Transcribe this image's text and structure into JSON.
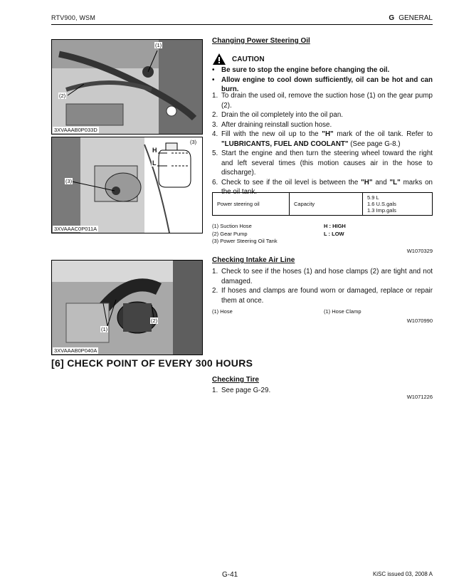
{
  "header": {
    "left": "RTV900, WSM",
    "section_letter": "G",
    "section_name": "GENERAL"
  },
  "figures": {
    "fig1": {
      "id": "3XVAAAB0P033D",
      "callout_1": "(1)",
      "callout_2": "(2)"
    },
    "fig2": {
      "id": "3XVAAAC0P011A",
      "callout_3a": "(3)",
      "callout_3b": "(3)",
      "label_h": "H",
      "label_l": "L"
    },
    "fig3": {
      "id": "3XVAAAB0P040A",
      "callout_1": "(1)",
      "callout_2": "(2)"
    }
  },
  "power_steering": {
    "title": "Changing Power Steering Oil",
    "caution_label": "CAUTION",
    "cautions": [
      "Be sure to stop the engine before changing the oil.",
      "Allow engine to cool down sufficiently, oil can be hot and can burn."
    ],
    "steps": [
      {
        "num": "1.",
        "text": "To drain the used oil, remove the suction hose (1) on the gear pump (2)."
      },
      {
        "num": "2.",
        "text": "Drain the oil completely into the oil pan."
      },
      {
        "num": "3.",
        "text": "After draining reinstall suction hose."
      },
      {
        "num": "4.",
        "text_a": "Fill with the new oil up to the ",
        "text_b": "\"H\"",
        "text_c": " mark of the oil tank.  Refer to ",
        "text_d": "\"LUBRICANTS, FUEL AND COOLANT\"",
        "text_e": " (See page G-8.)"
      },
      {
        "num": "5.",
        "text": "Start the engine and then turn the steering wheel toward the right and left several times (this motion causes air in the hose to discharge)."
      },
      {
        "num": "6.",
        "text_a": "Check to see if the oil level is between the ",
        "text_b": "\"H\"",
        "text_c": " and ",
        "text_d": "\"L\"",
        "text_e": " marks on the oil tank."
      }
    ],
    "spec": {
      "item": "Power steering oil",
      "property": "Capacity",
      "values": [
        "5.9 L",
        "1.6 U.S.gals",
        "1.3 Imp.gals"
      ]
    },
    "legend": [
      "(1)  Suction Hose",
      "(2)  Gear Pump",
      "(3)  Power Steering Oil Tank"
    ],
    "legend_right": [
      "H  :  HIGH",
      "L  :  LOW"
    ],
    "code": "W1070329"
  },
  "intake": {
    "title": "Checking Intake Air Line",
    "steps": [
      {
        "num": "1.",
        "text": "Check to see if the hoses (1) and hose clamps (2) are tight and not damaged."
      },
      {
        "num": "2.",
        "text": "If hoses and clamps are found worn or damaged, replace or repair them at once."
      }
    ],
    "legend_left": "(1)  Hose",
    "legend_right": "(1)  Hose Clamp",
    "code": "W1070990"
  },
  "section_title": "[6]  CHECK POINT OF EVERY 300 HOURS",
  "tire": {
    "title": "Checking Tire",
    "steps": [
      {
        "num": "1.",
        "text": "See page G-29."
      }
    ],
    "code": "W1071226"
  },
  "footer": {
    "page": "G-41",
    "issue": "KiSC issued 03, 2008 A"
  }
}
